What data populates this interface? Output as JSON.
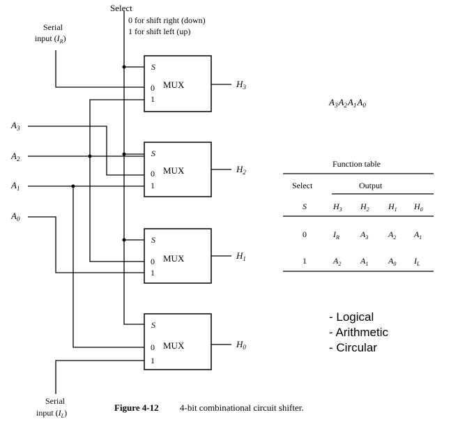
{
  "select_label": "Select",
  "select_note_0": "0 for shift right (down)",
  "select_note_1": "1 for shift left (up)",
  "serial_right": {
    "line1": "Serial",
    "line2_prefix": "input (",
    "line2_var": "I",
    "line2_sub": "R",
    "line2_suffix": ")"
  },
  "serial_left": {
    "line1": "Serial",
    "line2_prefix": "input (",
    "line2_var": "I",
    "line2_sub": "L",
    "line2_suffix": ")"
  },
  "inputs": [
    {
      "var": "A",
      "sub": "3"
    },
    {
      "var": "A",
      "sub": "2"
    },
    {
      "var": "A",
      "sub": "1"
    },
    {
      "var": "A",
      "sub": "0"
    }
  ],
  "muxes": [
    {
      "label": "MUX",
      "s": "S",
      "in0": "0",
      "in1": "1",
      "out_var": "H",
      "out_sub": "3"
    },
    {
      "label": "MUX",
      "s": "S",
      "in0": "0",
      "in1": "1",
      "out_var": "H",
      "out_sub": "2"
    },
    {
      "label": "MUX",
      "s": "S",
      "in0": "0",
      "in1": "1",
      "out_var": "H",
      "out_sub": "1"
    },
    {
      "label": "MUX",
      "s": "S",
      "in0": "0",
      "in1": "1",
      "out_var": "H",
      "out_sub": "0"
    }
  ],
  "register_label": [
    {
      "var": "A",
      "sub": "3"
    },
    {
      "var": "A",
      "sub": "2"
    },
    {
      "var": "A",
      "sub": "1"
    },
    {
      "var": "A",
      "sub": "0"
    }
  ],
  "function_table": {
    "title": "Function table",
    "col_select": "Select",
    "col_output": "Output",
    "header_row": [
      {
        "var": "S",
        "sub": ""
      },
      {
        "var": "H",
        "sub": "3"
      },
      {
        "var": "H",
        "sub": "2"
      },
      {
        "var": "H",
        "sub": "1"
      },
      {
        "var": "H",
        "sub": "0"
      }
    ],
    "rows": [
      [
        {
          "var": "0",
          "sub": ""
        },
        {
          "var": "I",
          "sub": "R"
        },
        {
          "var": "A",
          "sub": "3"
        },
        {
          "var": "A",
          "sub": "2"
        },
        {
          "var": "A",
          "sub": "1"
        }
      ],
      [
        {
          "var": "1",
          "sub": ""
        },
        {
          "var": "A",
          "sub": "2"
        },
        {
          "var": "A",
          "sub": "1"
        },
        {
          "var": "A",
          "sub": "0"
        },
        {
          "var": "I",
          "sub": "L"
        }
      ]
    ]
  },
  "notes": [
    "- Logical",
    "- Arithmetic",
    "- Circular"
  ],
  "caption_label": "Figure 4-12",
  "caption_text": "4-bit combinational circuit shifter."
}
